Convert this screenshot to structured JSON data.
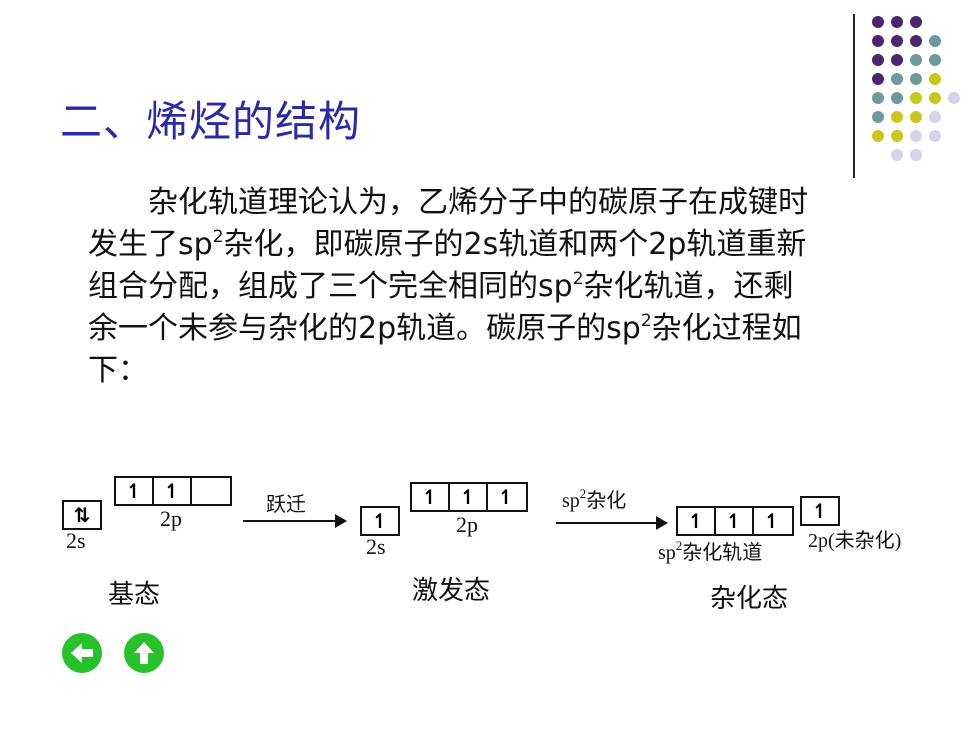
{
  "title": "二、烯烃的结构",
  "paragraph": {
    "line1": "杂化轨道理论认为，乙烯分子中的碳原子在成键时",
    "line2_a": "发生了sp",
    "line2_b": "杂化，即碳原子的2s轨道和两个2p轨道重新",
    "line3_a": "组合分配，组成了三个完全相同的sp",
    "line3_b": "杂化轨道，还剩",
    "line4_a": "余一个未参与杂化的2p轨道。碳原子的sp",
    "line4_b": "杂化过程如",
    "line5": "下：",
    "sup": "2"
  },
  "diagram": {
    "ground": {
      "s_label": "2s",
      "p_label": "2p",
      "s_cell": "⇅",
      "p_cells": [
        "↿",
        "↿",
        ""
      ],
      "state": "基态"
    },
    "arrow1": "跃迁",
    "excited": {
      "s_label": "2s",
      "p_label": "2p",
      "s_cell": "↿",
      "p_cells": [
        "↿",
        "↿",
        "↿"
      ],
      "state": "激发态"
    },
    "arrow2_a": "sp",
    "arrow2_sup": "2",
    "arrow2_b": "杂化",
    "hybrid": {
      "cells": [
        "↿",
        "↿",
        "↿"
      ],
      "label_a": "sp",
      "label_sup": "2",
      "label_b": "杂化轨道",
      "p_cell": "↿",
      "p_label": "2p(未杂化)",
      "state": "杂化态"
    }
  },
  "nav": {
    "back_icon": "arrow-left-icon",
    "up_icon": "arrow-up-icon",
    "color": "#27c22a"
  },
  "colors": {
    "title": "#2a2aa8",
    "dot_purple": "#4b2670",
    "dot_teal": "#6e9a9a",
    "dot_yellow": "#c8c81c",
    "dot_light": "#d4d4e8"
  }
}
